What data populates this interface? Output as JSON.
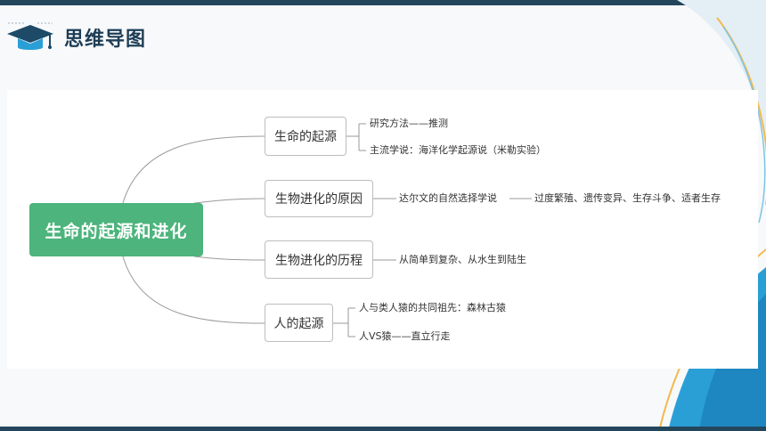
{
  "header": {
    "title": "思维导图",
    "icon": "graduation-cap-icon",
    "bar_color": "#24465c",
    "accent_color": "#2a9fd6"
  },
  "mindmap": {
    "root": {
      "label": "生命的起源和进化",
      "color": "#4cb47c"
    },
    "branches": [
      {
        "label": "生命的起源",
        "leaves": [
          "研究方法——推测",
          "主流学说：海洋化学起源说（米勒实验）"
        ]
      },
      {
        "label": "生物进化的原因",
        "leaves": [
          "达尔文的自然选择学说",
          "过度繁殖、遗传变异、生存斗争、适者生存"
        ]
      },
      {
        "label": "生物进化的历程",
        "leaves": [
          "从简单到复杂、从水生到陆生"
        ]
      },
      {
        "label": "人的起源",
        "leaves": [
          "人与类人猿的共同祖先：森林古猿",
          "人VS猿——直立行走"
        ]
      }
    ]
  }
}
